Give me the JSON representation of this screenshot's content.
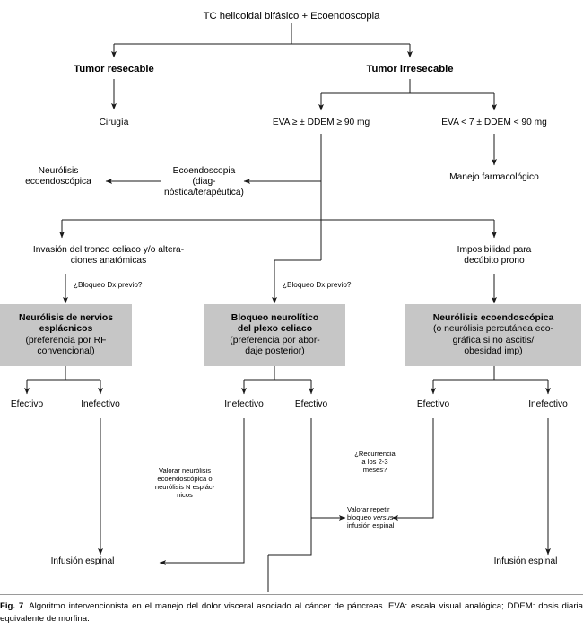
{
  "figure": {
    "label": "Fig. 7",
    "caption": ". Algoritmo intervencionista en el manejo del dolor visceral asociado al cáncer de páncreas. EVA: escala visual analógica; DDEM: dosis diaria equivalente de morfina."
  },
  "colors": {
    "box_fill": "#c6c6c6",
    "line": "#1a1a1a",
    "background": "#ffffff"
  },
  "nodes": {
    "root": "TC helicoidal bifásico + Ecoendoscopia",
    "resectable": "Tumor resecable",
    "irresectable": "Tumor irresecable",
    "surgery": "Cirugía",
    "eva_high": "EVA ≥ ± DDEM ≥ 90 mg",
    "eva_low": "EVA < 7 ± DDEM < 90 mg",
    "eus": "Ecoendoscopia (diag-\nnóstica/terapéutica)",
    "eus_line1": "Ecoendoscopia (diag-",
    "eus_line2": "nóstica/terapéutica)",
    "eus_neurolysis_line1": "Neurólisis",
    "eus_neurolysis_line2": "ecoendoscópica",
    "pharma": "Manejo farmacológico",
    "celiac_invasion_line1": "Invasión del tronco celiaco y/o altera-",
    "celiac_invasion_line2": "ciones anatómicas",
    "prone_line1": "Imposibilidad para",
    "prone_line2": "decúbito prono",
    "prior_block_left": "¿Bloqueo Dx previo?",
    "prior_block_mid": "¿Bloqueo Dx previo?"
  },
  "treatment_boxes": [
    {
      "id": "splanchnic",
      "title_line1": "Neurólisis de nervios",
      "title_line2": "esplácnicos",
      "sub_line1": "(preferencia por RF",
      "sub_line2": "convencional)"
    },
    {
      "id": "celiac-plexus",
      "title_line1": "Bloqueo neurolítico",
      "title_line2": "del plexo celiaco",
      "sub_line1": "(preferencia por abor-",
      "sub_line2": "daje posterior)"
    },
    {
      "id": "eus-neurolysis",
      "title_line1": "Neurólisis ecoendoscópica",
      "sub_line1": "(o neurólisis percutánea eco-",
      "sub_line2": "gráfica si no ascitis/",
      "sub_line3": "obesidad imp)"
    }
  ],
  "outcomes": {
    "left_effective": "Efectivo",
    "left_ineffective": "Inefectivo",
    "mid_ineffective": "Inefectivo",
    "mid_effective": "Efectivo",
    "right_effective": "Efectivo",
    "right_ineffective": "Inefectivo"
  },
  "annotations": {
    "assess_line1": "Valorar neurólisis",
    "assess_line2": "ecoendoscópica o",
    "assess_line3": "neurólisis N esplác-",
    "assess_line4": "nicos",
    "recurrence_line1": "¿Recurrencia",
    "recurrence_line2": "a los 2-3",
    "recurrence_line3": "meses?",
    "repeat_line1": "Valorar repetir",
    "repeat_line2_a": "bloqueo ",
    "repeat_line2_italic": "versus",
    "repeat_line3": "infusión espinal"
  },
  "terminals": {
    "spinal_left": "Infusión espinal",
    "spinal_right": "Infusión espinal"
  }
}
